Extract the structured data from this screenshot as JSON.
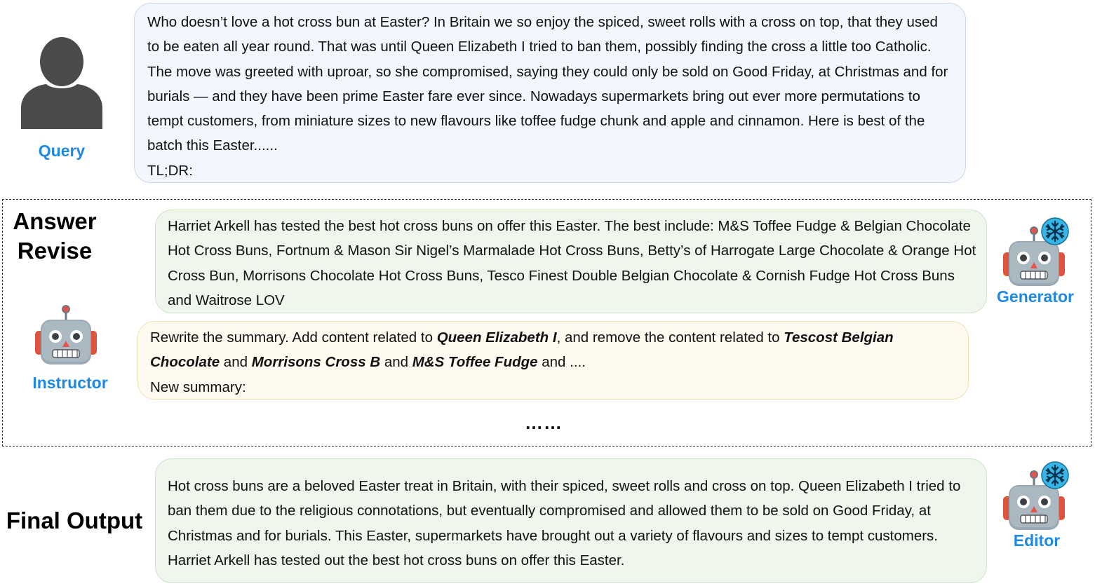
{
  "query": {
    "label": "Query",
    "text": "Who doesn’t love a hot cross bun at Easter? In Britain we so enjoy the spiced, sweet rolls with a cross on top, that they used to be eaten all year round. That was until Queen Elizabeth I tried to ban them, possibly finding the cross a little too Catholic. The move was greeted with uproar, so she compromised, saying they could only be sold on Good Friday, at Christmas and for burials — and they have been prime Easter fare ever since. Nowadays supermarkets bring out ever more permutations to tempt customers, from miniature sizes to new flavours like toffee fudge chunk and apple and cinnamon. Here is best of the batch this Easter......",
    "tldr": "TL;DR:"
  },
  "answer_revise": {
    "title": "Answer Revise",
    "generator": {
      "label": "Generator",
      "text": "Harriet Arkell has tested the best hot cross buns on offer this Easter. The best include: M&S Toffee Fudge & Belgian Chocolate Hot Cross Buns, Fortnum & Mason Sir Nigel’s Marmalade Hot Cross Buns, Betty’s of Harrogate Large Chocolate & Orange Hot Cross Bun, Morrisons Chocolate Hot Cross Buns, Tesco Finest Double Belgian Chocolate & Cornish Fudge Hot Cross Buns and Waitrose LOV"
    },
    "instructor": {
      "label": "Instructor",
      "t1": "Rewrite the summary. Add content related to ",
      "e1": "Queen Elizabeth I",
      "t2": ", and remove the content related to ",
      "e2": "Tescost Belgian Chocolate",
      "t3": " and ",
      "e3": "Morrisons Cross B",
      "t4": " and ",
      "e4": "M&S Toffee Fudge",
      "t5": " and ....",
      "new_summary": "New summary:"
    },
    "ellipsis": "……"
  },
  "final_output": {
    "title": "Final Output",
    "editor_label": "Editor",
    "text": "Hot cross buns are a beloved Easter treat in Britain, with their spiced, sweet rolls and cross on top. Queen Elizabeth I tried to ban them due to the religious connotations, but eventually compromised and allowed them to be sold on Good Friday, at Christmas and for burials. This Easter, supermarkets have brought out a variety of flavours and sizes to tempt customers. Harriet Arkell has tested out the best hot cross buns on offer this Easter."
  },
  "icons": {
    "user": "person-silhouette-icon",
    "robot": "robot-face-icon",
    "frozen": "snowflake-icon"
  },
  "colors": {
    "label_blue": "#1e88e5",
    "query_bg": "#f3f6fd",
    "generator_bg": "#eff6ec",
    "instructor_bg": "#fefaef"
  }
}
